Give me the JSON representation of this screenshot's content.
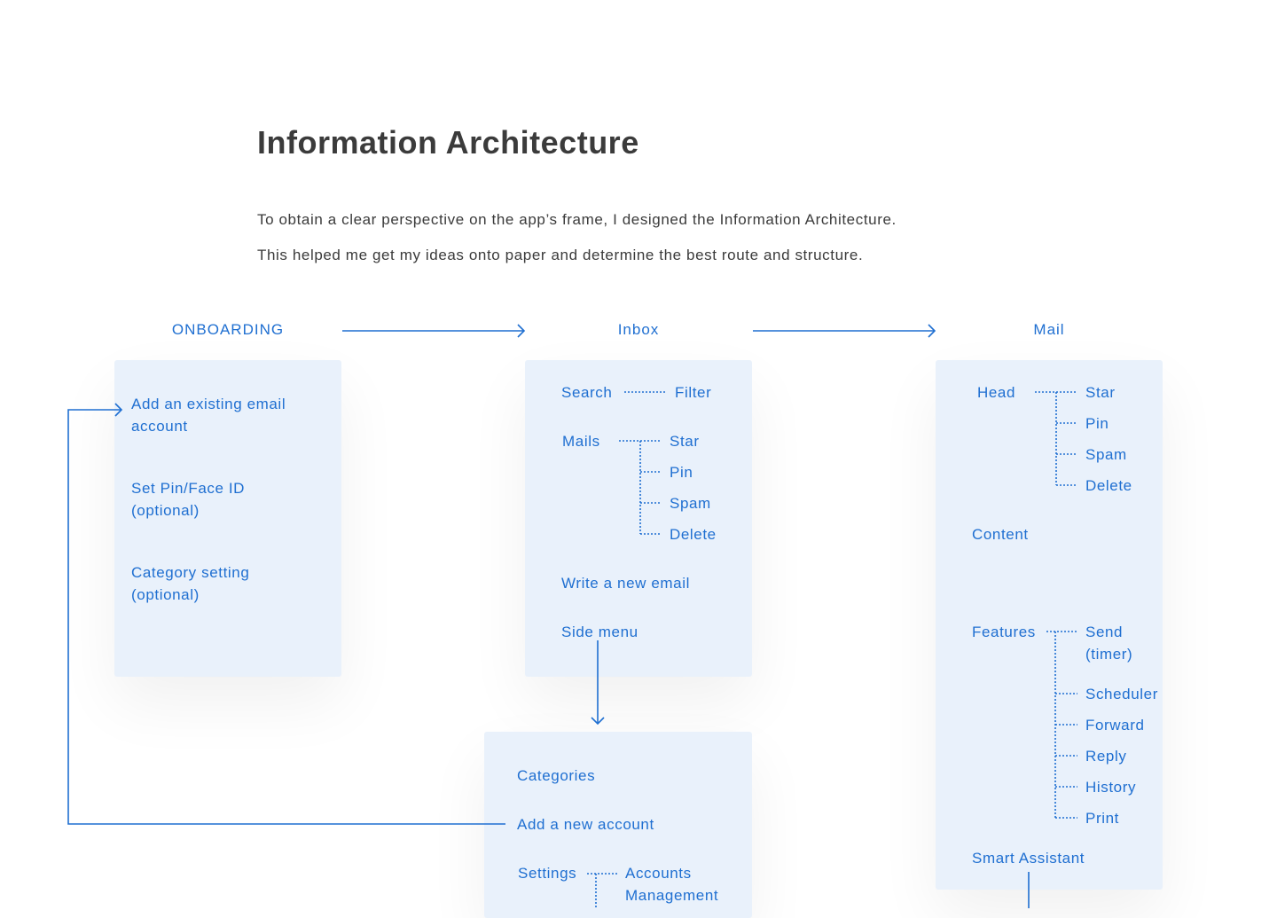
{
  "page": {
    "title": "Information Architecture",
    "intro_line1": "To obtain a clear perspective on the app’s frame, I designed the Information Architecture.",
    "intro_line2": "This helped me get my ideas onto paper and determine the best route and structure."
  },
  "colors": {
    "accent": "#1f6fd1",
    "card_bg": "#e9f1fb",
    "heading": "#3b3b3b"
  },
  "onboarding": {
    "title": "ONBOARDING",
    "item1_line1": "Add an existing email",
    "item1_line2": "account",
    "item2_line1": "Set Pin/Face ID",
    "item2_line2": "(optional)",
    "item3_line1": "Category setting",
    "item3_line2": "(optional)"
  },
  "inbox": {
    "title": "Inbox",
    "search": "Search",
    "filter": "Filter",
    "mails": "Mails",
    "mails_children": [
      "Star",
      "Pin",
      "Spam",
      "Delete"
    ],
    "write": "Write a new email",
    "side_menu": "Side menu"
  },
  "side_menu": {
    "categories": "Categories",
    "add_account": "Add a new account",
    "settings": "Settings",
    "accounts_line1": "Accounts",
    "accounts_line2": "Management"
  },
  "mail": {
    "title": "Mail",
    "head": "Head",
    "head_children": [
      "Star",
      "Pin",
      "Spam",
      "Delete"
    ],
    "content": "Content",
    "features": "Features",
    "send_line1": "Send",
    "send_line2": "(timer)",
    "features_children": [
      "Scheduler",
      "Forward",
      "Reply",
      "History",
      "Print"
    ],
    "smart_assistant": "Smart Assistant"
  }
}
